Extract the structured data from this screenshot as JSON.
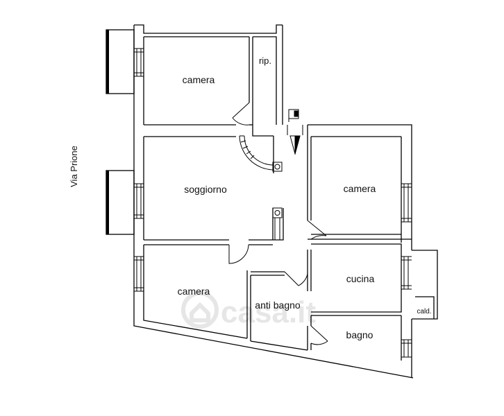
{
  "street": "Via Prione",
  "rooms": {
    "camera_top_left": "camera",
    "ripostiglio": "rip.",
    "soggiorno": "soggiorno",
    "camera_right": "camera",
    "camera_bottom_left": "camera",
    "anti_bagno": "anti bagno",
    "cucina": "cucina",
    "bagno": "bagno",
    "caldaia": "cald."
  },
  "watermark": "casa.it"
}
